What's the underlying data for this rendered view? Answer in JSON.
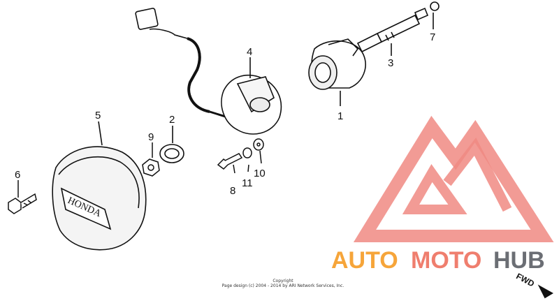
{
  "callouts": [
    "1",
    "2",
    "3",
    "4",
    "5",
    "6",
    "7",
    "8",
    "9",
    "10",
    "11"
  ],
  "cover_brand_text": "HONDA",
  "watermark": {
    "brand": "AUTOMOTOHUB",
    "part1": "AUTO",
    "part2": "MOTO",
    "part3": "HUB",
    "colors": {
      "logo": "#f08a82",
      "auto": "#f6a53a",
      "moto": "#ef7e6e",
      "hub": "#6b6e74"
    }
  },
  "copyright": {
    "line1": "Copyright",
    "line2": "Page design (c) 2004 - 2014 by ARI Network Services, Inc."
  },
  "direction_label": "FWD"
}
